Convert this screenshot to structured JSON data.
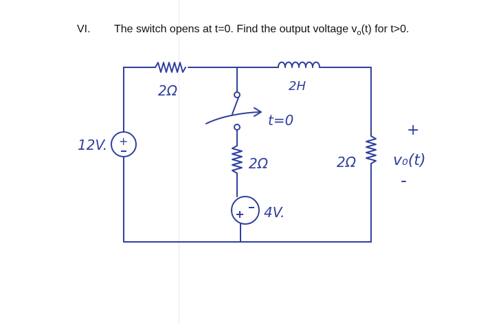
{
  "problem": {
    "number": "VI.",
    "text_before": "The switch opens at t=0. Find the output voltage v",
    "subscript": "o",
    "text_after": "(t) for t>0."
  },
  "labels": {
    "r_top": "2Ω",
    "inductor": "2H",
    "switch_time": "t=0",
    "source_left": "12V.",
    "source_left_sign": "+",
    "r_middle": "2Ω",
    "source_middle": "4V.",
    "r_right": "2Ω",
    "output_plus": "+",
    "output_label": "v₀(t)",
    "output_minus": "-"
  },
  "colors": {
    "ink": "#2f3f9e",
    "text": "#111111"
  }
}
